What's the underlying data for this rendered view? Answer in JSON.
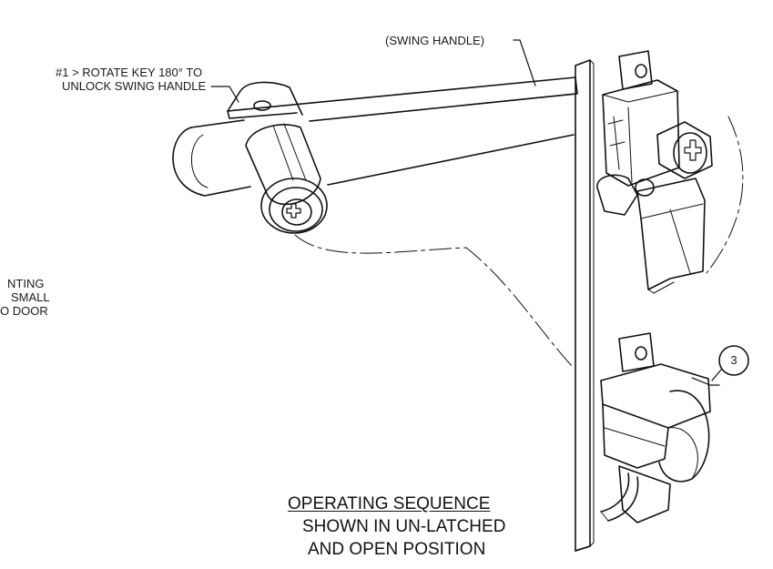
{
  "callouts": {
    "swing_handle": "(SWING HANDLE)",
    "step1_line1": "#1 > ROTATE KEY 180° TO",
    "step1_line2": "UNLOCK SWING HANDLE",
    "side_line1": "NTING",
    "side_line2": "SMALL",
    "side_line3": "O DOOR",
    "balloon_number": "3"
  },
  "caption": {
    "line1": "OPERATING SEQUENCE",
    "line2": "SHOWN IN UN-LATCHED",
    "line3": "AND OPEN POSITION"
  }
}
